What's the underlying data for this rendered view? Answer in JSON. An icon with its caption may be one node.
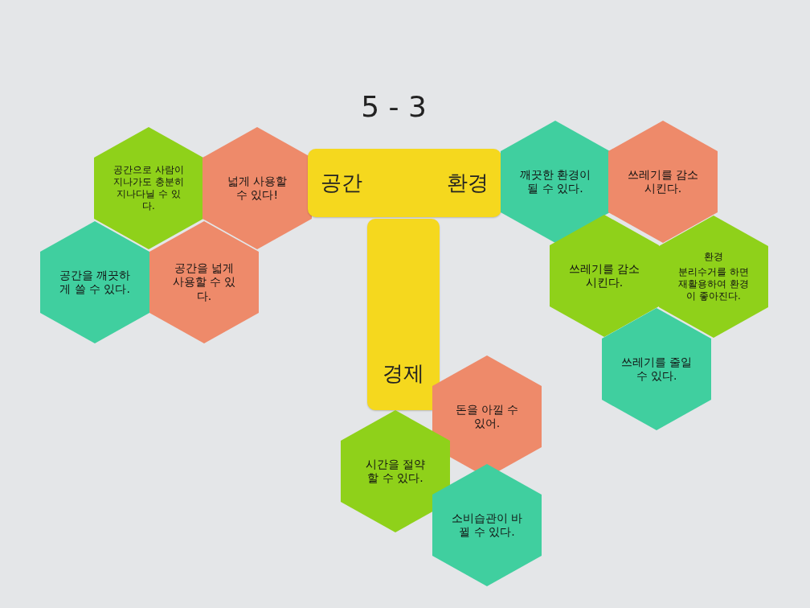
{
  "diagram": {
    "title": "5 - 3",
    "nodes": [
      {
        "text": [
          "공간으로 사람이 지나가도 충분히 지나다닐 수 있다."
        ]
      },
      {
        "text": [
          "넓게 사용할 수 있다!"
        ]
      },
      {
        "text": [
          "공간을 깨끗하게 쓸 수 있다."
        ]
      },
      {
        "text": [
          "공간을 넓게 사용할 수 있다."
        ]
      },
      {
        "text": [
          "공간",
          "환경"
        ]
      },
      {
        "text": [
          "깨끗한 환경이 될 수 있다."
        ]
      },
      {
        "text": [
          "쓰레기를 감소 시킨다."
        ]
      },
      {
        "text": [
          "쓰레기를 감소 시킨다."
        ]
      },
      {
        "text": [
          "환경",
          "분리수거를 하면 재활용하여 환경이 좋아진다."
        ]
      },
      {
        "text": [
          "쓰레기를 줄일 수 있다."
        ]
      },
      {
        "text": [
          "경제"
        ]
      },
      {
        "text": [
          "돈을 아낄 수 있어."
        ]
      },
      {
        "text": [
          "시간을 절약 할 수 있다."
        ]
      },
      {
        "text": [
          "소비습관이 바뀔 수 있다."
        ]
      }
    ]
  }
}
